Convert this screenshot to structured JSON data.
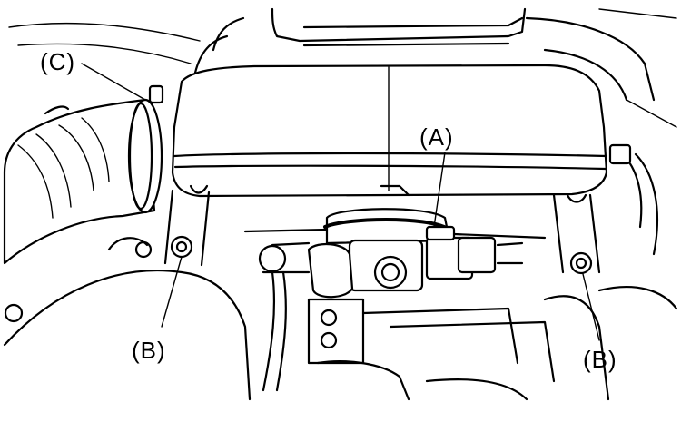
{
  "callouts": {
    "a": "(A)",
    "b_left": "(B)",
    "b_right": "(B)",
    "c": "(C)"
  },
  "colors": {
    "line": "#000000",
    "background": "#ffffff"
  }
}
